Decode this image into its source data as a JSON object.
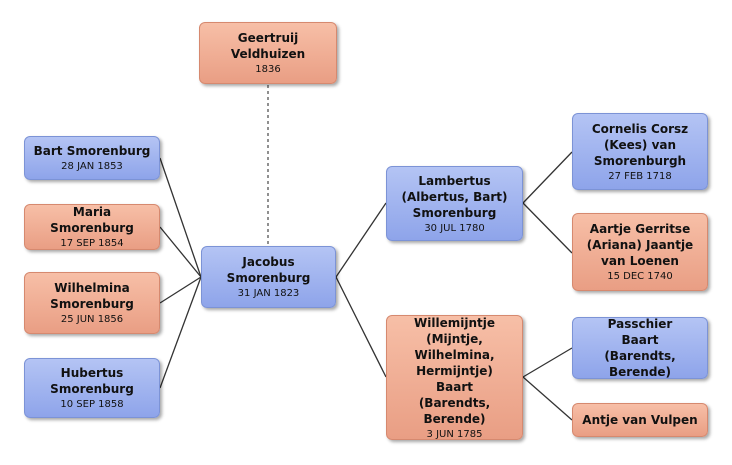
{
  "people": {
    "geertruij": {
      "name": "Geertruij Veldhuizen",
      "date": "1836",
      "gender": "female"
    },
    "bart": {
      "name": "Bart Smorenburg",
      "date": "28 JAN 1853",
      "gender": "male"
    },
    "maria": {
      "name": "Maria Smorenburg",
      "date": "17 SEP 1854",
      "gender": "female"
    },
    "wilhelmina": {
      "name": "Wilhelmina Smorenburg",
      "date": "25 JUN 1856",
      "gender": "female"
    },
    "hubertus": {
      "name": "Hubertus Smorenburg",
      "date": "10 SEP 1858",
      "gender": "male"
    },
    "jacobus": {
      "name": "Jacobus Smorenburg",
      "date": "31 JAN 1823",
      "gender": "male"
    },
    "lambertus": {
      "name": "Lambertus (Albertus, Bart) Smorenburg",
      "date": "30 JUL 1780",
      "gender": "male"
    },
    "willemijntje": {
      "name": "Willemijntje (Mijntje, Wilhelmina, Hermijntje) Baart (Barendts, Berende)",
      "date": "3 JUN 1785",
      "gender": "female"
    },
    "cornelis": {
      "name": "Cornelis Corsz (Kees) van Smorenburgh",
      "date": "27 FEB 1718",
      "gender": "male"
    },
    "aartje": {
      "name": "Aartje Gerritse (Ariana) Jaantje van Loenen",
      "date": "15 DEC 1740",
      "gender": "female"
    },
    "passchier": {
      "name": "Passchier Baart (Barendts, Berende)",
      "date": "",
      "gender": "male"
    },
    "antje": {
      "name": "Antje van Vulpen",
      "date": "",
      "gender": "female"
    }
  },
  "colors": {
    "male": "#9fb3f0",
    "female": "#f0ae95",
    "line": "#333333"
  }
}
